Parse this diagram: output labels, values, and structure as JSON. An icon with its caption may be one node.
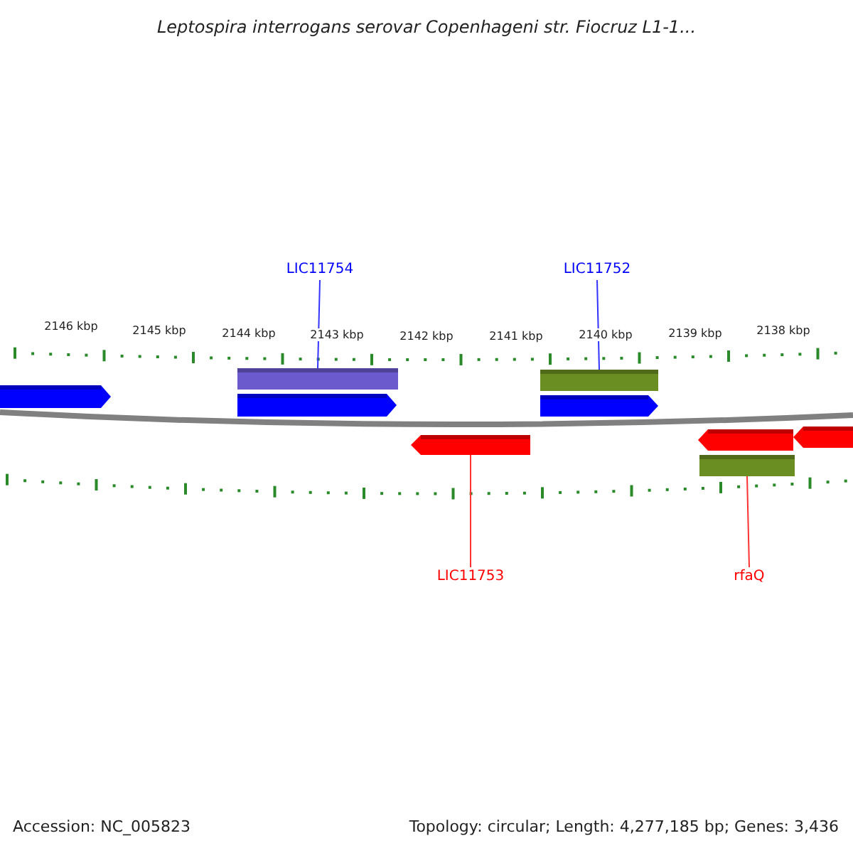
{
  "diagram": {
    "title": "Leptospira interrogans serovar Copenhageni str. Fiocruz L1-1...",
    "nodes": [
      {
        "text": [
          "LIC11754"
        ]
      },
      {
        "text": [
          "LIC11752"
        ]
      },
      {
        "text": [],
        "shape": "arrow"
      },
      {
        "text": [],
        "shape": "bar"
      },
      {
        "text": [],
        "shape": "arrow"
      },
      {
        "text": [],
        "shape": "bar"
      },
      {
        "text": [],
        "shape": "arrow"
      },
      {
        "text": [],
        "shape": "arrow"
      },
      {
        "text": [],
        "shape": "arrow"
      },
      {
        "text": [],
        "shape": "arrow"
      },
      {
        "text": [],
        "shape": "bar"
      },
      {
        "text": [
          "LIC11753"
        ]
      },
      {
        "text": [
          "rfaQ"
        ]
      }
    ],
    "edges": [
      {
        "from": 0,
        "to": 3,
        "arrow": "none",
        "color": "#3333ff"
      },
      {
        "from": 1,
        "to": 5,
        "arrow": "none",
        "color": "#3333ff"
      },
      {
        "from": 11,
        "to": 7,
        "arrow": "none",
        "color": "#ff3333"
      },
      {
        "from": 12,
        "to": 10,
        "arrow": "none",
        "color": "#ff3333"
      }
    ],
    "labels": [
      "2146 kbp",
      "2145 kbp",
      "2144 kbp",
      "2143 kbp",
      "2142 kbp",
      "2141 kbp",
      "2140 kbp",
      "2139 kbp",
      "2138 kbp",
      "Accession: NC_005823",
      "Topology: circular; Length: 4,277,185 bp; Genes: 3,436"
    ]
  }
}
